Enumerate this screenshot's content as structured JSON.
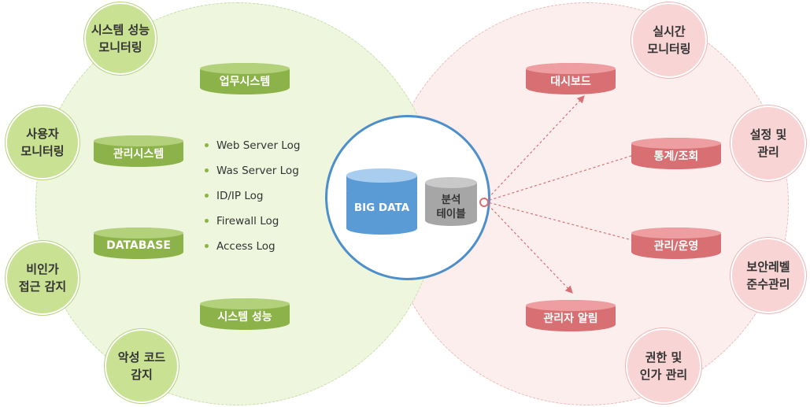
{
  "left_bubbles": [
    {
      "label": "시스템 성능\n모니터링"
    },
    {
      "label": "사용자\n모니터링"
    },
    {
      "label": "비인가\n접근 감지"
    },
    {
      "label": "악성 코드\n감지"
    }
  ],
  "right_bubbles": [
    {
      "label": "실시간\n모니터링"
    },
    {
      "label": "설정 및\n관리"
    },
    {
      "label": "보안레벨\n준수관리"
    },
    {
      "label": "권한 및\n인가 관리"
    }
  ],
  "left_cylinders": [
    {
      "label": "업무시스템"
    },
    {
      "label": "관리시스템"
    },
    {
      "label": "DATABASE"
    },
    {
      "label": "시스템 성능"
    }
  ],
  "log_items": [
    "Web Server Log",
    "Was Server Log",
    "ID/IP Log",
    "Firewall Log",
    "Access Log"
  ],
  "center": {
    "big_data_label": "BIG DATA",
    "analysis_table_label": "분석\n테이블"
  },
  "right_cylinders": [
    {
      "label": "대시보드"
    },
    {
      "label": "통계/조회"
    },
    {
      "label": "관리/운영"
    },
    {
      "label": "관리자 알림"
    }
  ],
  "colors": {
    "left_zone": "#eef6de",
    "right_zone": "#fdeeee",
    "green": "#8cb24a",
    "red": "#d86f72",
    "blue": "#5b9bd5",
    "gray": "#a6a6a6",
    "ring": "#4d8fcb"
  }
}
